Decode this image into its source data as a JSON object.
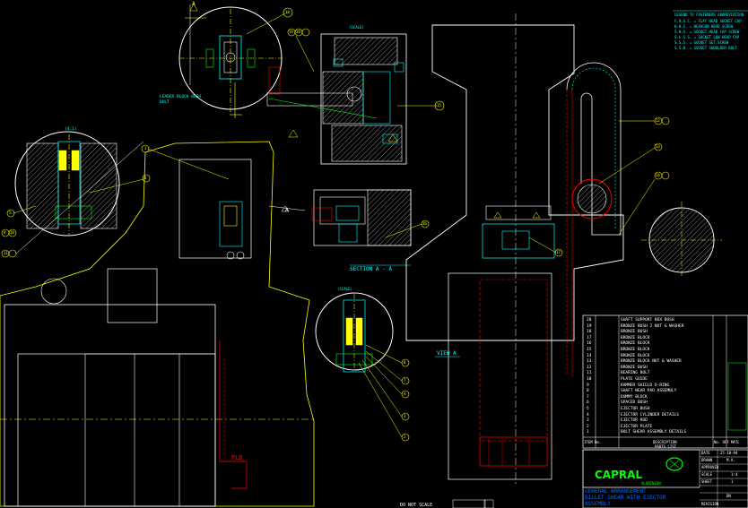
{
  "colors": {
    "background": "#000000",
    "outline_yellow": "#ffff00",
    "cyan": "#00ffff",
    "white": "#ffffff",
    "red": "#ff0000",
    "green": "#00ff00",
    "magenta": "#ff00ff",
    "title_block_green": "#00ff00",
    "blue": "#0000ff"
  },
  "drawing": {
    "section_label": "SECTION A - A",
    "view_label": "VIEW A",
    "section_mark_left": "A",
    "section_mark_right": "A",
    "detail_note": "LEADER BLOCK BUSH",
    "detail_note2": "BOLT",
    "top_scale_note": "(4:1)",
    "scale_note_top": "(SCALE)",
    "detail_c_note": "(SCALE)",
    "not_to_scale": "DO NOT SCALE",
    "dim_mark": "PLD"
  },
  "balloons": {
    "top_detail": "18",
    "left_detail": "5",
    "left_detail_2": "6",
    "left_a": "9",
    "left_b": "10",
    "left_c": "11",
    "main_1": "1",
    "section_1": "15",
    "section_2": "16",
    "right_1": "12",
    "right_2": "13",
    "right_3": "14",
    "right_4": "17",
    "circle_top_1": "19",
    "circle_top_2": "20",
    "detail_bottom_1": "8",
    "detail_bottom_2": "7",
    "detail_bottom_3": "4",
    "detail_bottom_4": "3",
    "detail_bottom_5": "2"
  },
  "legend": {
    "title": "LEGEND TO FASTENERS ABBREVIATION",
    "rows": [
      "F.H.S.C. = FLAT HEAD SOCKET CAP",
      "H.H.S. = HEXAGON HEAD SCREW",
      "S.H.S. = SOCKET HEAD CAP SCREW",
      "S.L.S.S. = SOCKET LOW HEAD CAP",
      "S.S.S. = SOCKET SET SCREW",
      "S.S.B. = SOCKET SHOULDER BOLT"
    ]
  },
  "bom": {
    "rows": [
      {
        "item": "20",
        "desc": "SHAFT SUPPORT BOX BUSH"
      },
      {
        "item": "19",
        "desc": "BRONZE BUSH 2 NUT & WASHER"
      },
      {
        "item": "18",
        "desc": "BRONZE BUSH"
      },
      {
        "item": "17",
        "desc": "BRONZE BLOCK"
      },
      {
        "item": "16",
        "desc": "BRONZE BLOCK"
      },
      {
        "item": "15",
        "desc": "BRONZE BLOCK"
      },
      {
        "item": "14",
        "desc": "BRONZE BLOCK"
      },
      {
        "item": "13",
        "desc": "BRONZE BLOCK NUT & WASHER"
      },
      {
        "item": "12",
        "desc": "BRONZE BUSH"
      },
      {
        "item": "11",
        "desc": "BEARING BOLT"
      },
      {
        "item": "10",
        "desc": "PLATE GUIDE"
      },
      {
        "item": "9",
        "desc": "RAMMER SHIELD O-RING"
      },
      {
        "item": "8",
        "desc": "SHAFT WEAR PAD ASSEMBLY"
      },
      {
        "item": "7",
        "desc": "DUMMY BLOCK"
      },
      {
        "item": "6",
        "desc": "SPACER BUSH"
      },
      {
        "item": "5",
        "desc": "EJECTOR BUSH"
      },
      {
        "item": "4",
        "desc": "EJECTOR CYLINDER DETAILS"
      },
      {
        "item": "3",
        "desc": "EJECTOR ROD"
      },
      {
        "item": "2",
        "desc": "EJECTOR PLATE"
      },
      {
        "item": "1",
        "desc": "BOLT SHEAR ASSEMBLY DETAILS"
      }
    ],
    "headers": {
      "item": "ITEM No.",
      "desc": "DESCRIPTION",
      "qty": "No. OFF",
      "material": "MATL"
    },
    "bom_title": "PARTS LIST"
  },
  "title_block": {
    "company": "CAPRAL",
    "company_sub": "ALUMINIUM",
    "drawing_title_1": "GENERAL ARRANGEMENT",
    "drawing_title_2": "BILLET SHEAR WITH EJECTOR",
    "drawing_title_3": "ASSEMBLY",
    "date_label": "DATE",
    "date_value": "25-10-94",
    "drawn_label": "DRAWN",
    "drawn_value": "M.A.",
    "approved_label": "APPROVED",
    "scale_label": "SCALE",
    "scale_value": "1:4",
    "sheet_label": "SHEET",
    "sheet_value": "1",
    "revision_label": "REVISION",
    "drawing_no": "DN"
  }
}
